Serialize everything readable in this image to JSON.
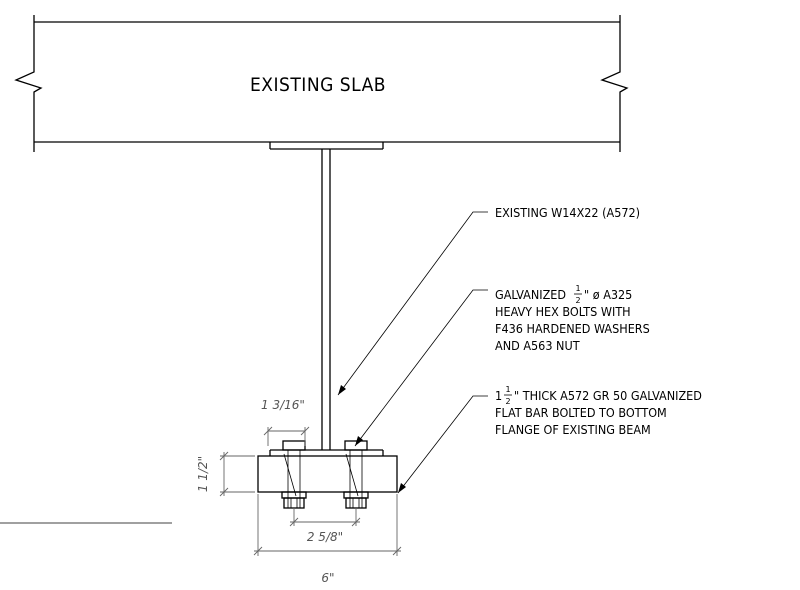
{
  "slab": {
    "label": "EXISTING SLAB"
  },
  "callouts": {
    "beam": {
      "text": "EXISTING W14X22 (A572)"
    },
    "bolts": {
      "line1_prefix": "GALVANIZED",
      "frac_num": "1",
      "frac_den": "2",
      "line1_suffix": "\" ø A325",
      "line2": "HEAVY HEX BOLTS WITH",
      "line3": "F436 HARDENED WASHERS",
      "line4": "AND A563 NUT"
    },
    "flatbar": {
      "line1_prefix": "1",
      "frac_num": "1",
      "frac_den": "2",
      "line1_suffix": "\" THICK A572 GR 50 GALVANIZED",
      "line2": "FLAT BAR BOLTED TO BOTTOM",
      "line3": "FLANGE OF EXISTING BEAM"
    }
  },
  "dimensions": {
    "bolt_head": "1 3/16\"",
    "thickness": "1 1/2\"",
    "bolt_spacing": "2 5/8\"",
    "bar_width": "6\""
  }
}
